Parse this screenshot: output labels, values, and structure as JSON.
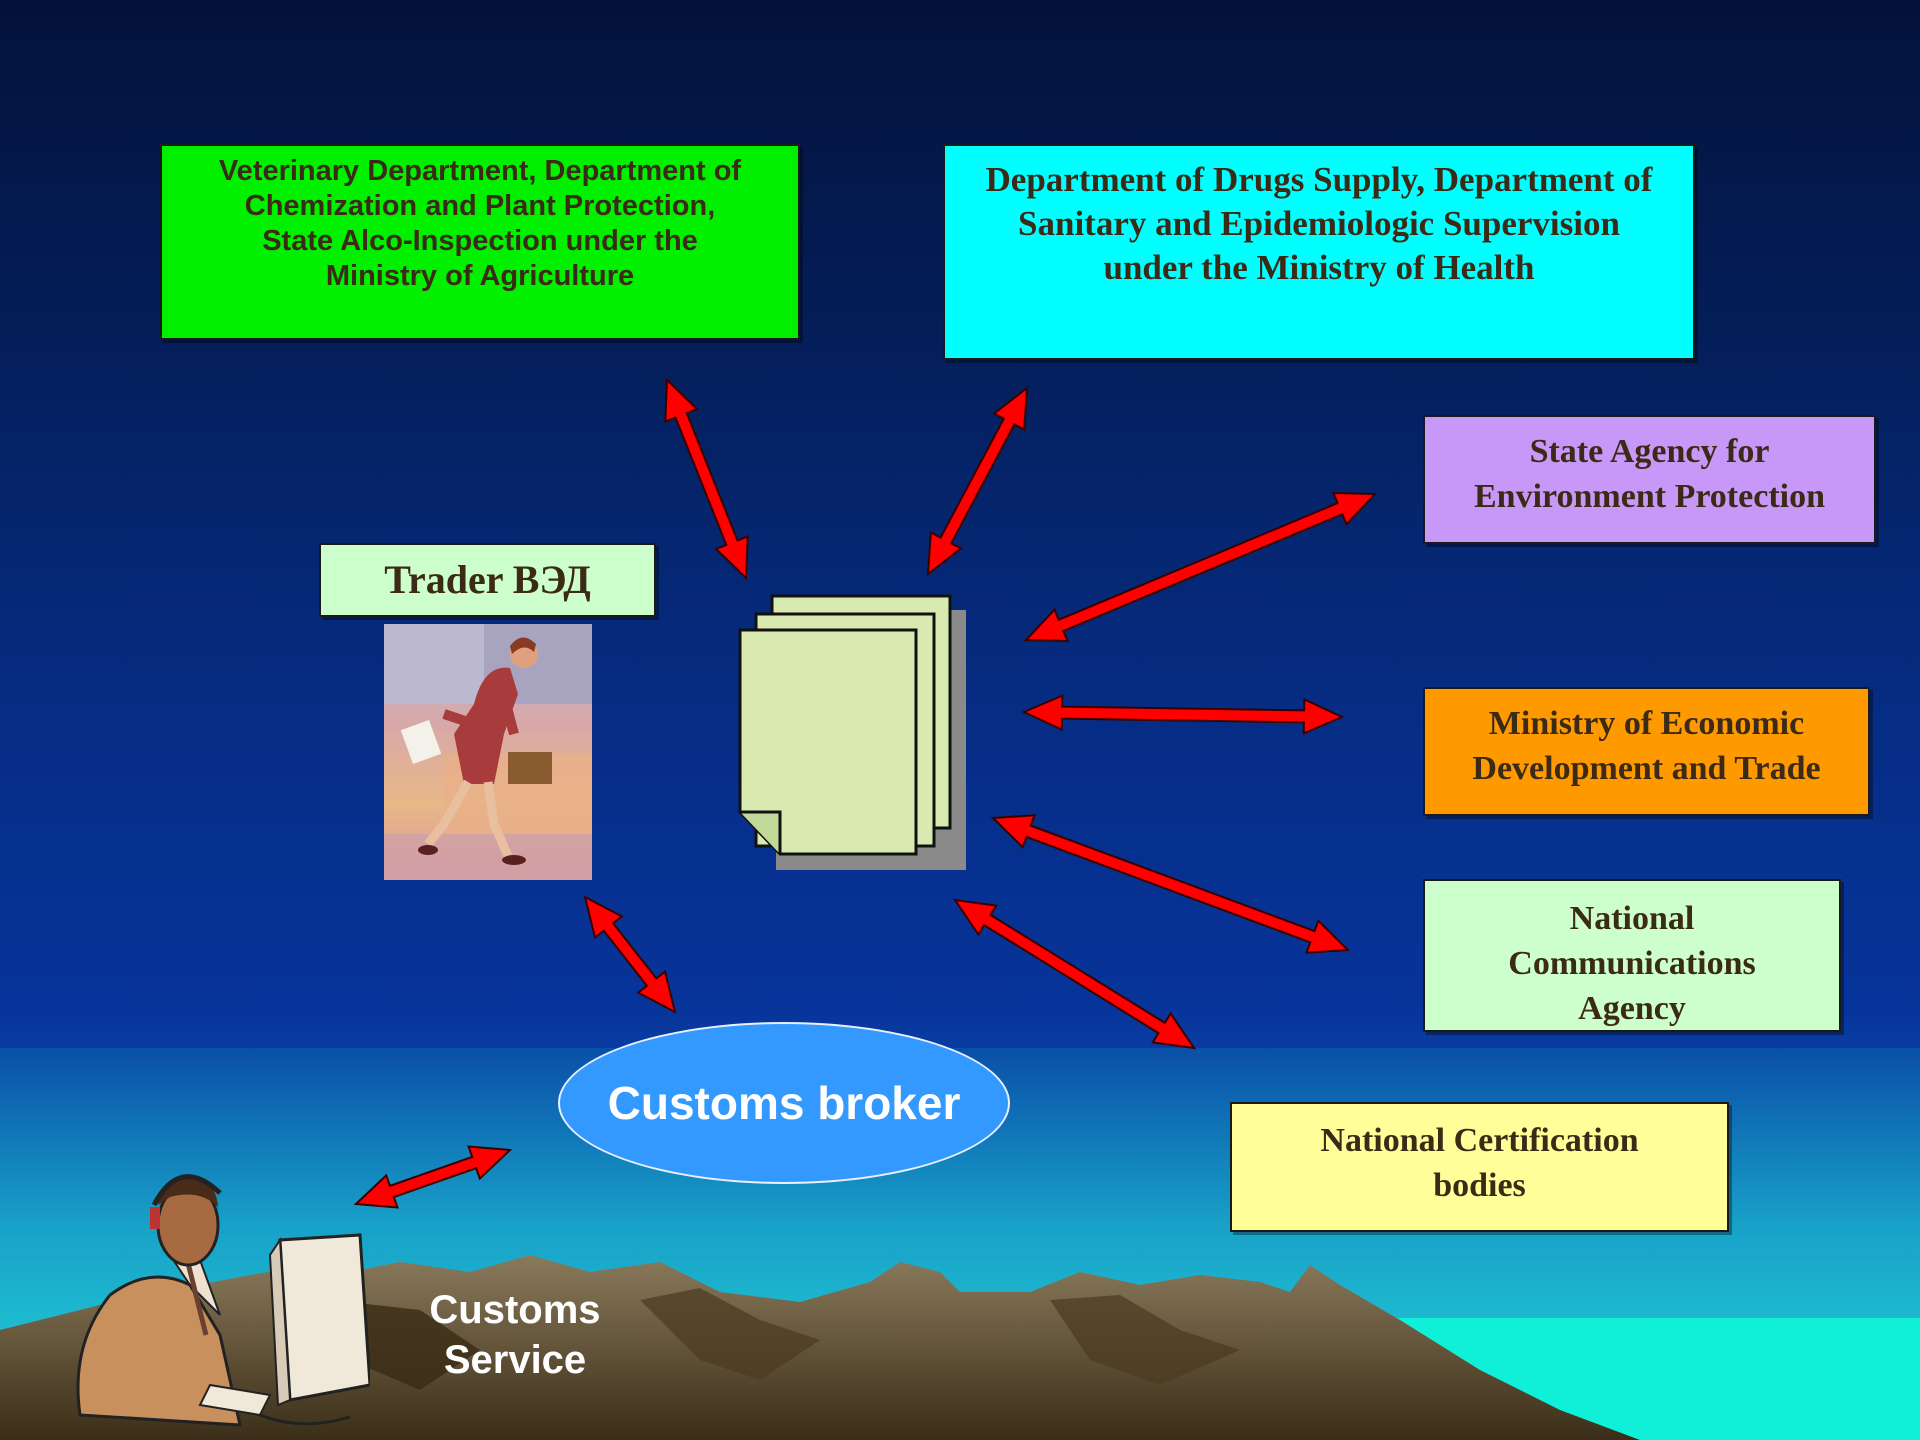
{
  "boxes": {
    "agriculture": "Veterinary Department, Department of\nChemization and Plant Protection,\nState Alco-Inspection under the\nMinistry of Agriculture",
    "health": "Department of Drugs Supply, Department of\nSanitary and Epidemiologic Supervision\nunder the Ministry of Health",
    "environment": "State Agency for\nEnvironment Protection",
    "economy": "Ministry of Economic\nDevelopment and Trade",
    "communications": "National\nCommunications\nAgency",
    "certification": "National Certification\nbodies",
    "trader": "Trader ВЭД"
  },
  "broker": "Customs broker",
  "customs_service": "Customs\nService",
  "icons": {
    "trader": "businesswoman-clipart",
    "documents": "document-stack",
    "customs": "man-at-computer-clipart"
  },
  "colors": {
    "arrow": "#ff0000",
    "agriculture": "#00f000",
    "health": "#00ffff",
    "environment": "#c898f8",
    "economy": "#ff9900",
    "communications": "#ccffcc",
    "certification": "#ffff99",
    "broker": "#3399ff"
  }
}
